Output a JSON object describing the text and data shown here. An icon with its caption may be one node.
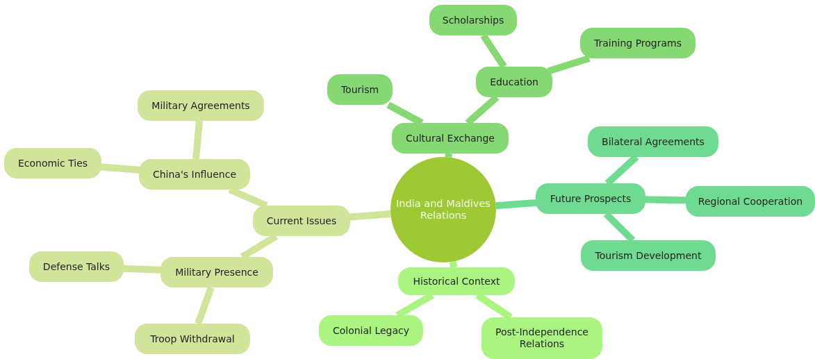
{
  "diagram": {
    "nodes": [
      {
        "text": [
          "India and Maldives Relations"
        ]
      },
      {
        "text": [
          "Cultural Exchange"
        ]
      },
      {
        "text": [
          "Tourism"
        ]
      },
      {
        "text": [
          "Education"
        ]
      },
      {
        "text": [
          "Scholarships"
        ]
      },
      {
        "text": [
          "Training Programs"
        ]
      },
      {
        "text": [
          "Future Prospects"
        ]
      },
      {
        "text": [
          "Bilateral Agreements"
        ]
      },
      {
        "text": [
          "Regional Cooperation"
        ]
      },
      {
        "text": [
          "Tourism Development"
        ]
      },
      {
        "text": [
          "Historical Context"
        ]
      },
      {
        "text": [
          "Colonial Legacy"
        ]
      },
      {
        "text": [
          "Post-Independence Relations"
        ]
      },
      {
        "text": [
          "Current Issues"
        ]
      },
      {
        "text": [
          "China's Influence"
        ]
      },
      {
        "text": [
          "Economic Ties"
        ]
      },
      {
        "text": [
          "Military Agreements"
        ]
      },
      {
        "text": [
          "Military Presence"
        ]
      },
      {
        "text": [
          "Defense Talks"
        ]
      },
      {
        "text": [
          "Troop Withdrawal"
        ]
      }
    ],
    "edges": [
      {
        "from": 0,
        "to": 1,
        "arrow": "none",
        "color": "#86d873"
      },
      {
        "from": 1,
        "to": 2,
        "arrow": "none",
        "color": "#86d873"
      },
      {
        "from": 1,
        "to": 3,
        "arrow": "none",
        "color": "#86d873"
      },
      {
        "from": 3,
        "to": 4,
        "arrow": "none",
        "color": "#86d873"
      },
      {
        "from": 3,
        "to": 5,
        "arrow": "none",
        "color": "#86d873"
      },
      {
        "from": 0,
        "to": 6,
        "arrow": "none",
        "color": "#6fdb90"
      },
      {
        "from": 6,
        "to": 7,
        "arrow": "none",
        "color": "#6fdb90"
      },
      {
        "from": 6,
        "to": 8,
        "arrow": "none",
        "color": "#6fdb90"
      },
      {
        "from": 6,
        "to": 9,
        "arrow": "none",
        "color": "#6fdb90"
      },
      {
        "from": 0,
        "to": 10,
        "arrow": "none",
        "color": "#a9f57f"
      },
      {
        "from": 10,
        "to": 11,
        "arrow": "none",
        "color": "#a9f57f"
      },
      {
        "from": 10,
        "to": 12,
        "arrow": "none",
        "color": "#a9f57f"
      },
      {
        "from": 0,
        "to": 13,
        "arrow": "none"
      },
      {
        "from": 13,
        "to": 14,
        "arrow": "none"
      },
      {
        "from": 14,
        "to": 15,
        "arrow": "none"
      },
      {
        "from": 14,
        "to": 16,
        "arrow": "none"
      },
      {
        "from": 13,
        "to": 17,
        "arrow": "none"
      },
      {
        "from": 17,
        "to": 18,
        "arrow": "none"
      },
      {
        "from": 17,
        "to": 19,
        "arrow": "none"
      }
    ]
  }
}
